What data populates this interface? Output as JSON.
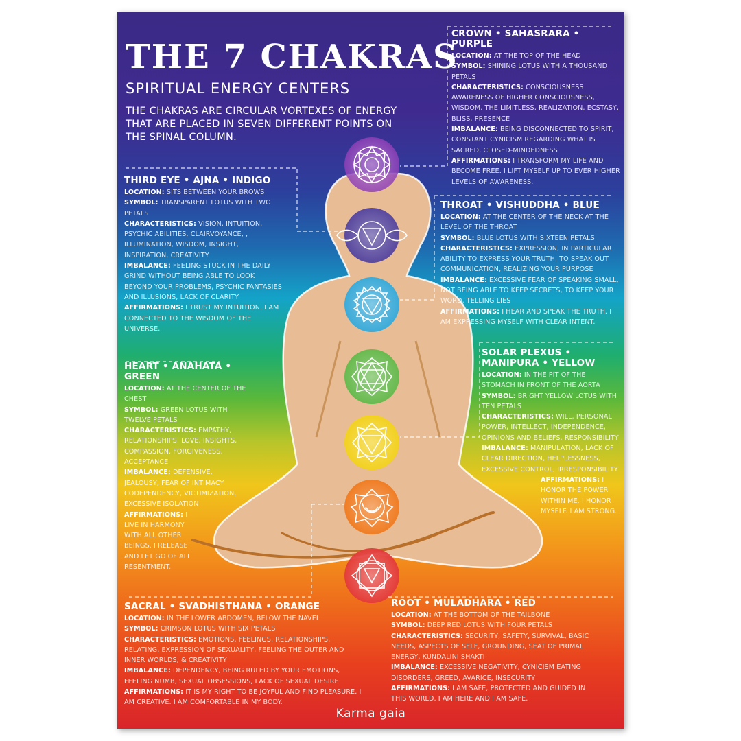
{
  "title": "THE 7 CHAKRAS",
  "subtitle": "SPIRITUAL ENERGY CENTERS",
  "intro": "THE CHAKRAS ARE CIRCULAR VORTEXES OF ENERGY THAT ARE PLACED IN SEVEN DIFFERENT POINTS ON THE SPINAL COLUMN.",
  "labels": {
    "location": "LOCATION:",
    "symbol": "SYMBOL:",
    "characteristics": "CHARACTERISTICS:",
    "imbalance": "IMBALANCE:",
    "affirmations": "AFFIRMATIONS:"
  },
  "chakras": {
    "crown": {
      "heading": "CROWN • SAHASRARA • PURPLE",
      "location": "AT THE TOP OF THE HEAD",
      "symbol": "SHINING LOTUS WITH A THOUSAND PETALS",
      "characteristics": "CONSCIOUSNESS AWARENESS OF HIGHER CONSCIOUSNESS, WISDOM, THE LIMITLESS, REALIZATION, ECSTASY, BLISS, PRESENCE",
      "imbalance": "BEING DISCONNECTED TO SPIRIT, CONSTANT CYNICISM REGARDING WHAT IS SACRED, CLOSED-MINDEDNESS",
      "affirmations": "I TRANSFORM MY LIFE AND BECOME FREE. I LIFT MYSELF UP TO EVER HIGHER LEVELS OF AWARENESS."
    },
    "third_eye": {
      "heading": "THIRD EYE • AJNA • INDIGO",
      "location": "SITS BETWEEN YOUR BROWS",
      "symbol": "TRANSPARENT LOTUS WITH TWO PETALS",
      "characteristics": "VISION, INTUITION, PSYCHIC ABILITIES, CLAIRVOYANCE, , ILLUMINATION, WISDOM, INSIGHT, INSPIRATION, CREATIVITY",
      "imbalance": "FEELING STUCK IN THE DAILY GRIND WITHOUT BEING ABLE TO LOOK BEYOND YOUR PROBLEMS, PSYCHIC FANTASIES AND ILLUSIONS, LACK OF CLARITY",
      "affirmations": "I TRUST MY INTUITION. I AM CONNECTED TO THE WISDOM OF THE UNIVERSE."
    },
    "throat": {
      "heading": "THROAT • VISHUDDHA • BLUE",
      "location": "AT THE CENTER OF THE NECK AT THE LEVEL OF THE THROAT",
      "symbol": "BLUE LOTUS WITH SIXTEEN PETALS",
      "characteristics": "EXPRESSION, IN PARTICULAR ABILITY TO EXPRESS YOUR TRUTH, TO SPEAK OUT COMMUNICATION, REALIZING YOUR PURPOSE",
      "imbalance": "EXCESSIVE FEAR OF SPEAKING SMALL, NOT BEING ABLE TO KEEP SECRETS, TO KEEP YOUR WORD, TELLING LIES",
      "affirmations": "I HEAR AND SPEAK THE TRUTH. I AM EXPRESSING MYSELF WITH CLEAR INTENT."
    },
    "heart": {
      "heading": "HEART • ANAHATA • GREEN",
      "location": "AT THE CENTER OF THE CHEST",
      "symbol": "GREEN LOTUS WITH TWELVE PETALS",
      "characteristics": " EMPATHY, RELATIONSHIPS, LOVE, INSIGHTS, COMPASSION, FORGIVENESS, ACCEPTANCE",
      "imbalance": "DEFENSIVE, JEALOUSY, FEAR OF INTIMACY CODEPENDENCY, VICTIMIZATION, EXCESSIVE ISOLATION",
      "affirmations": "I LIVE IN HARMONY WITH ALL OTHER BEINGS. I RELEASE AND LET GO OF ALL RESENTMENT."
    },
    "solar_plexus": {
      "heading": "SOLAR PLEXUS • MANIPURA • YELLOW",
      "location": "IN THE PIT OF THE STOMACH IN FRONT OF THE AORTA",
      "symbol": "BRIGHT YELLOW LOTUS WITH TEN PETALS",
      "characteristics": "WILL, PERSONAL POWER, INTELLECT, INDEPENDENCE, OPINIONS AND BELIEFS, RESPONSIBILITY",
      "imbalance": "MANIPULATION, LACK OF CLEAR DIRECTION, HELPLESSNESS, EXCESSIVE CONTROL, IRRESPONSIBILITY",
      "affirmations": "I HONOR THE POWER WITHIN ME. I HONOR MYSELF. I AM STRONG."
    },
    "sacral": {
      "heading": "SACRAL • SVADHISTHANA • ORANGE",
      "location": "IN THE LOWER ABDOMEN, BELOW THE NAVEL",
      "symbol": "CRIMSON LOTUS WITH SIX PETALS",
      "characteristics": "EMOTIONS, FEELINGS, RELATIONSHIPS, RELATING, EXPRESSION OF SEXUALITY, FEELING THE OUTER AND INNER WORLDS, & CREATIVITY",
      "imbalance": "DEPENDENCY, BEING RULED BY YOUR EMOTIONS, FEELING NUMB, SEXUAL OBSESSIONS, LACK OF SEXUAL DESIRE",
      "affirmations": "IT IS MY RIGHT TO BE JOYFUL AND FIND PLEASURE. I AM CREATIVE. I AM COMFORTABLE IN MY BODY."
    },
    "root": {
      "heading": "ROOT • MULADHARA • RED",
      "location": "AT THE BOTTOM OF THE TAILBONE",
      "symbol": "DEEP RED LOTUS WITH FOUR PETALS",
      "characteristics": "SECURITY, SAFETY, SURVIVAL, BASIC NEEDS, ASPECTS OF SELF, GROUNDING, SEAT OF PRIMAL ENERGY, KUNDALINI SHAKTI",
      "imbalance": "EXCESSIVE NEGATIVITY, CYNICISM EATING DISORDERS, GREED, AVARICE, INSECURITY",
      "affirmations": "I AM SAFE, PROTECTED AND GUIDED IN THIS WORLD. I AM HERE AND I AM SAFE."
    }
  },
  "brand": "Karma gaia",
  "colors": {
    "crown": "#8e3fb7",
    "third_eye": "#4a3c9e",
    "throat": "#2aa9df",
    "heart": "#5bb947",
    "solar_plexus": "#f2d21a",
    "sacral": "#f07a1f",
    "root": "#e33a3a",
    "body_fill": "#e8bd96"
  },
  "symbols": {
    "crown": "crown-lotus-symbol",
    "third_eye": "third-eye-symbol",
    "throat": "throat-symbol",
    "heart": "heart-hexagram-symbol",
    "solar_plexus": "solar-plexus-symbol",
    "sacral": "sacral-symbol",
    "root": "root-symbol"
  }
}
